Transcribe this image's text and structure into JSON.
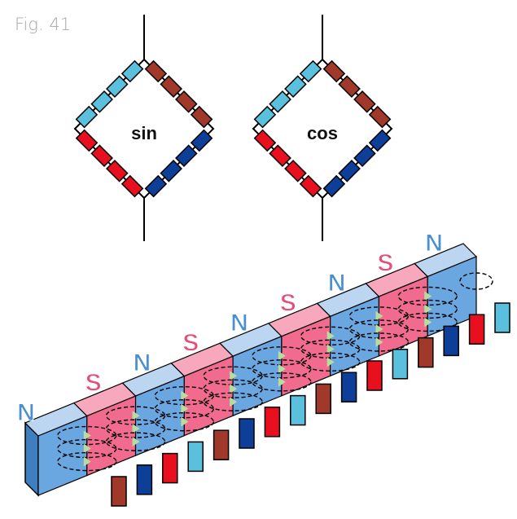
{
  "figure_label": "Fig. 41",
  "bridges": [
    {
      "label": "sin"
    },
    {
      "label": "cos"
    }
  ],
  "poles": [
    "N",
    "S",
    "N",
    "S",
    "N",
    "S",
    "N",
    "S",
    "N"
  ],
  "colors": {
    "cyan": "#5bc0de",
    "brown": "#a0392a",
    "red": "#e8101e",
    "blue": "#0d3f99",
    "north_face": "#6aa6e0",
    "north_top": "#bcd6f2",
    "south_face": "#f06b8e",
    "south_top": "#f7a8bd",
    "pole_n": "#4a90d0",
    "pole_s": "#e2507a",
    "arrow": "#b8dca0"
  }
}
